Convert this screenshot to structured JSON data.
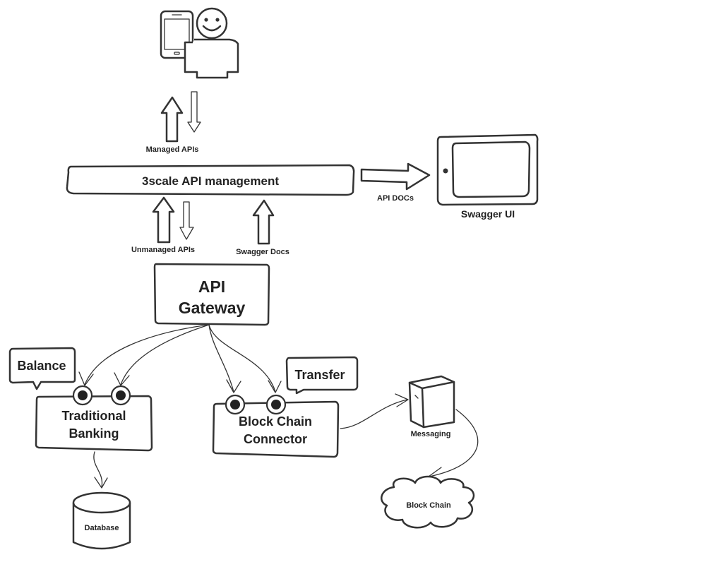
{
  "labels": {
    "managed_apis": "Managed APIs",
    "api_management": "3scale API management",
    "api_docs": "API DOCs",
    "swagger_ui": "Swagger UI",
    "unmanaged_apis": "Unmanaged APIs",
    "swagger_docs": "Swagger Docs",
    "api_gateway_line1": "API",
    "api_gateway_line2": "Gateway",
    "balance": "Balance",
    "transfer": "Transfer",
    "traditional_banking_line1": "Traditional",
    "traditional_banking_line2": "Banking",
    "block_chain_connector_line1": "Block Chain",
    "block_chain_connector_line2": "Connector",
    "messaging": "Messaging",
    "database": "Database",
    "block_chain": "Block Chain"
  },
  "icons": {
    "user": "user-with-tablet-icon",
    "swagger_ui": "monitor-icon",
    "messaging": "message-box-icon",
    "database": "database-cylinder-icon",
    "block_chain": "cloud-icon"
  }
}
